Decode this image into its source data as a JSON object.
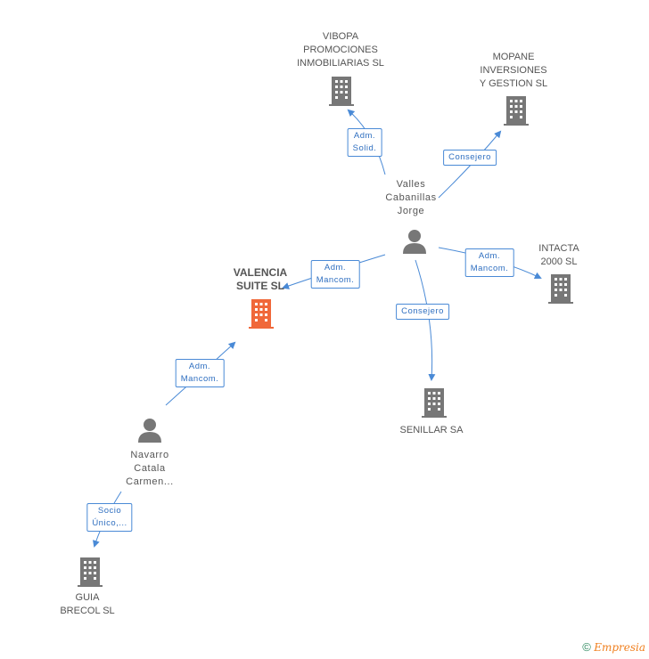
{
  "nodes": {
    "valencia": {
      "label": "VALENCIA\nSUITE SL",
      "type": "company-main"
    },
    "vibopa": {
      "label": "VIBOPA\nPROMOCIONES\nINMOBILIARIAS SL",
      "type": "company"
    },
    "mopane": {
      "label": "MOPANE\nINVERSIONES\nY GESTION SL",
      "type": "company"
    },
    "intacta": {
      "label": "INTACTA\n2000 SL",
      "type": "company"
    },
    "senillar": {
      "label": "SENILLAR SA",
      "type": "company"
    },
    "guia": {
      "label": "GUIA\nBRECOL SL",
      "type": "company"
    },
    "valles": {
      "label": "Valles\nCabanillas\nJorge",
      "type": "person"
    },
    "navarro": {
      "label": "Navarro\nCatala\nCarmen...",
      "type": "person"
    }
  },
  "edges": {
    "valles_vibopa": "Adm.\nSolid.",
    "valles_mopane": "Consejero",
    "valles_intacta": "Adm.\nMancom.",
    "valles_senillar": "Consejero",
    "valles_valencia": "Adm.\nMancom.",
    "navarro_valencia": "Adm.\nMancom.",
    "navarro_guia": "Socio\nÚnico,..."
  },
  "footer": {
    "copyright": "©",
    "brand": "Empresia"
  },
  "colors": {
    "edge": "#4a8ad6",
    "company_icon": "#777777",
    "main_icon": "#f0683a",
    "person_icon": "#777777"
  }
}
